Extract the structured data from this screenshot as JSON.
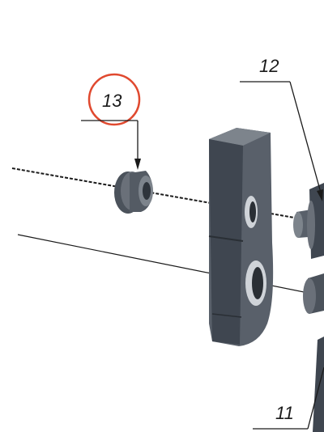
{
  "callouts": [
    {
      "id": "13",
      "label": "13",
      "highlighted": true
    },
    {
      "id": "12",
      "label": "12",
      "highlighted": false
    },
    {
      "id": "11",
      "label": "11",
      "highlighted": false
    }
  ],
  "colors": {
    "line": "#1a1a1a",
    "highlight_circle": "#e0492f",
    "part_dark": "#3f4650",
    "part_mid": "#59606a",
    "part_light": "#7d848c",
    "background": "#ffffff"
  },
  "parts": [
    {
      "name": "flanged-bushing",
      "callout": "13"
    },
    {
      "name": "mounting-plate",
      "callout": null
    },
    {
      "name": "shoulder-bolt",
      "callout": "12"
    },
    {
      "name": "pin",
      "callout": "11"
    }
  ]
}
